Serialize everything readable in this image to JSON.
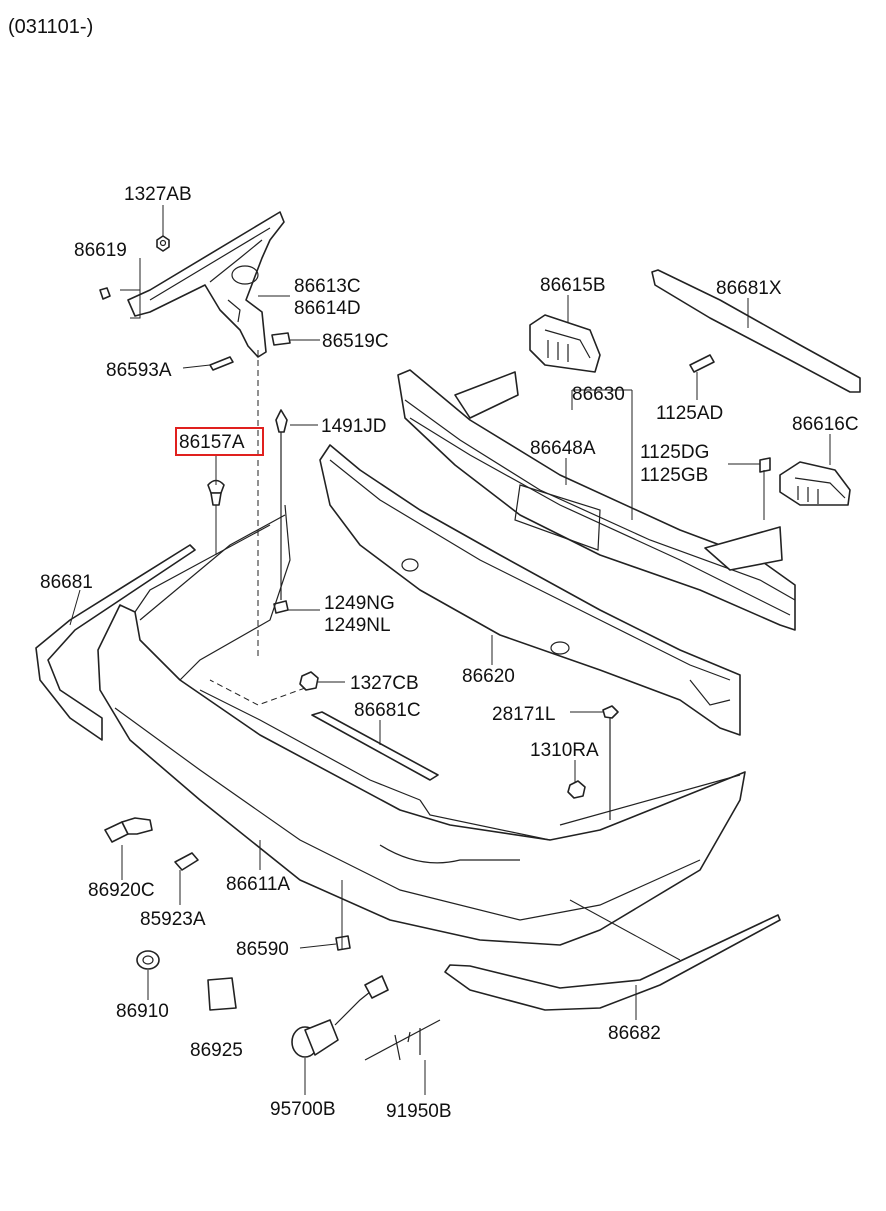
{
  "header": {
    "code": "(031101-)"
  },
  "highlighted_part": "86157A",
  "highlight_color": "#e0201e",
  "labels": {
    "p1327AB": "1327AB",
    "p86619": "86619",
    "p86613C": "86613C",
    "p86614D": "86614D",
    "p86519C": "86519C",
    "p86593A": "86593A",
    "p1491JD": "1491JD",
    "p86157A": "86157A",
    "p86681": "86681",
    "p1249NG": "1249NG",
    "p1249NL": "1249NL",
    "p1327CB": "1327CB",
    "p86681C": "86681C",
    "p86615B": "86615B",
    "p86681X": "86681X",
    "p86630": "86630",
    "p1125AD": "1125AD",
    "p86648A": "86648A",
    "p1125DG": "1125DG",
    "p1125GB": "1125GB",
    "p86616C": "86616C",
    "p86620": "86620",
    "p28171L": "28171L",
    "p1310RA": "1310RA",
    "p86920C": "86920C",
    "p85923A": "85923A",
    "p86611A": "86611A",
    "p86590": "86590",
    "p86910": "86910",
    "p86925": "86925",
    "p95700B": "95700B",
    "p91950B": "91950B",
    "p86682": "86682"
  }
}
